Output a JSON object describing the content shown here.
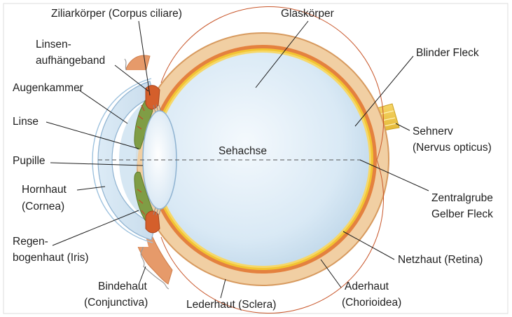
{
  "diagram": {
    "colors": {
      "background": "#ffffff",
      "border": "#d9d9d9",
      "sclera": "#f1cfa3",
      "sclera_edge": "#d99860",
      "choroid": "#e27a3c",
      "retina": "#f2c532",
      "vitreous": "#d7e8f4",
      "lens": "#eef5fb",
      "iris": "#7f9d45",
      "muscle": "#d45f2b",
      "leader_line": "#1e1e1e"
    },
    "labels": {
      "ziliarkoerper": "Ziliarkörper (Corpus ciliare)",
      "glaskoerper": "Glaskörper",
      "linsen_line1": "Linsen-",
      "linsen_line2": "aufhängeband",
      "blinder_fleck": "Blinder Fleck",
      "augenkammer": "Augenkammer",
      "linse": "Linse",
      "sehnerv_line1": "Sehnerv",
      "sehnerv_line2": "(Nervus opticus)",
      "pupille": "Pupille",
      "sehachse": "Sehachse",
      "hornhaut_line1": "Hornhaut",
      "hornhaut_line2": "(Cornea)",
      "zentral_line1": "Zentralgrube",
      "zentral_line2": "Gelber Fleck",
      "regen_line1": "Regen-",
      "regen_line2": "bogenhaut (Iris)",
      "netzhaut": "Netzhaut (Retina)",
      "bindehaut_line1": "Bindehaut",
      "bindehaut_line2": "(Conjunctiva)",
      "lederhaut": "Lederhaut (Sclera)",
      "aderhaut_line1": "Aderhaut",
      "aderhaut_line2": "(Chorioidea)"
    }
  }
}
